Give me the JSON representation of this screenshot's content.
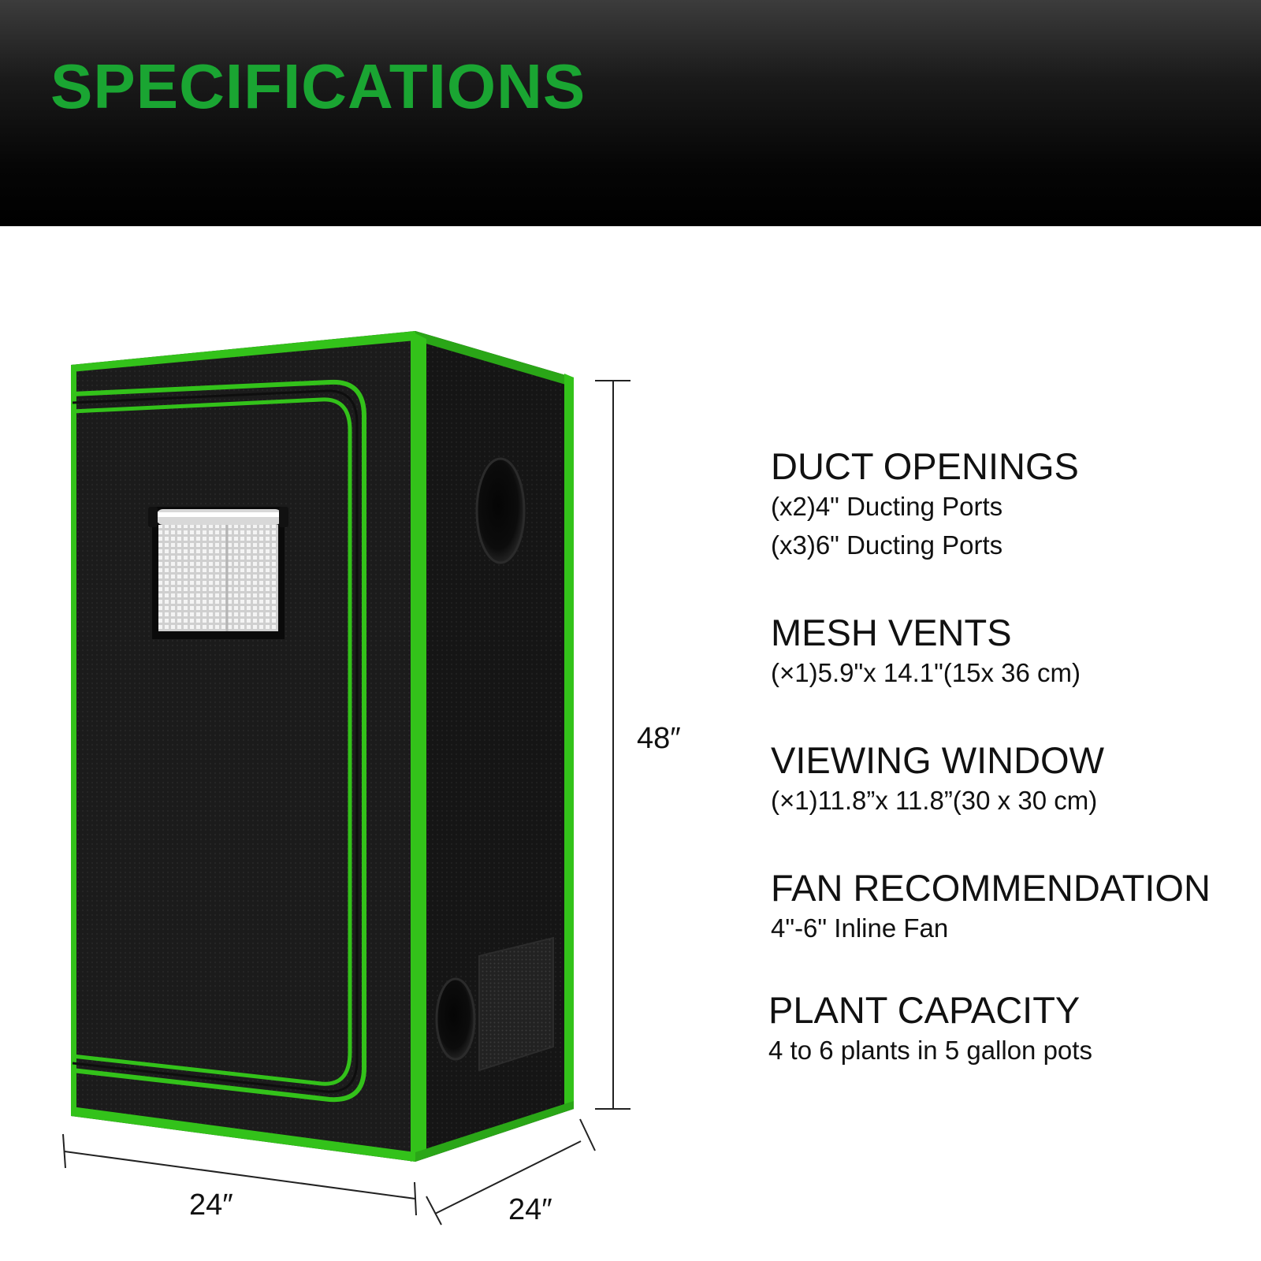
{
  "header": {
    "title": "SPECIFICATIONS"
  },
  "dimensions": {
    "height": "48″",
    "width": "24″",
    "depth": "24″"
  },
  "specs": [
    {
      "title": "DUCT OPENINGS",
      "lines": [
        "(x2)4\" Ducting Ports",
        "(x3)6\" Ducting Ports"
      ]
    },
    {
      "title": "MESH VENTS",
      "lines": [
        "(×1)5.9\"x 14.1\"(15x 36 cm)"
      ]
    },
    {
      "title": "VIEWING WINDOW",
      "lines": [
        "(×1)11.8”x 11.8”(30 x 30 cm)"
      ]
    },
    {
      "title": "FAN RECOMMENDATION",
      "lines": [
        "4\"-6\" Inline Fan"
      ]
    },
    {
      "title": "PLANT CAPACITY",
      "lines": [
        "4 to 6 plants in 5 gallon pots"
      ]
    }
  ],
  "colors": {
    "accent": "#1aa532",
    "trim": "#33c21a",
    "tent": "#1a1a1a"
  }
}
